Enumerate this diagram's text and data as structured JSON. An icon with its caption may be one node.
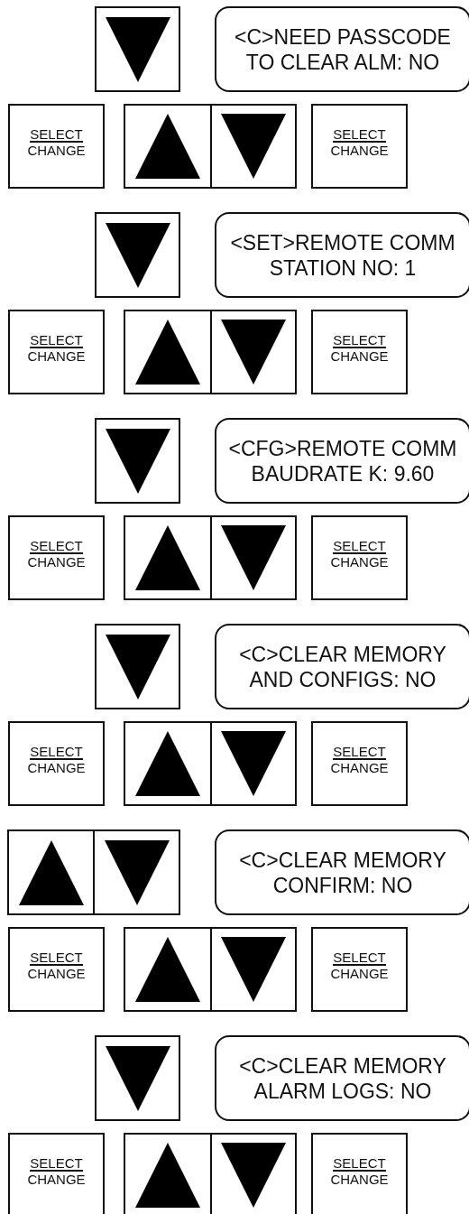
{
  "diagram": {
    "nodes": [
      {
        "text": [],
        "shape": "box"
      },
      {
        "text": [
          "<C>NEED PASSCODE TO CLEAR ALM: NO"
        ]
      },
      {
        "text": [
          "SELECT",
          "CHANGE"
        ]
      },
      {
        "text": [],
        "shape": "box"
      },
      {
        "text": [],
        "shape": "box"
      },
      {
        "text": [
          "SELECT",
          "CHANGE"
        ]
      },
      {
        "text": [],
        "shape": "box"
      },
      {
        "text": [
          "<SET>REMOTE COMM STATION NO: 1"
        ]
      },
      {
        "text": [
          "SELECT",
          "CHANGE"
        ]
      },
      {
        "text": [],
        "shape": "box"
      },
      {
        "text": [],
        "shape": "box"
      },
      {
        "text": [
          "SELECT",
          "CHANGE"
        ]
      },
      {
        "text": [],
        "shape": "box"
      },
      {
        "text": [
          "<CFG>REMOTE COMM BAUDRATE K: 9.60"
        ]
      },
      {
        "text": [
          "SELECT",
          "CHANGE"
        ]
      },
      {
        "text": [],
        "shape": "box"
      },
      {
        "text": [],
        "shape": "box"
      },
      {
        "text": [
          "SELECT",
          "CHANGE"
        ]
      },
      {
        "text": [],
        "shape": "box"
      },
      {
        "text": [
          "<C>CLEAR MEMORY AND CONFIGS: NO"
        ]
      },
      {
        "text": [
          "SELECT",
          "CHANGE"
        ]
      },
      {
        "text": [],
        "shape": "box"
      },
      {
        "text": [],
        "shape": "box"
      },
      {
        "text": [
          "SELECT",
          "CHANGE"
        ]
      },
      {
        "text": [],
        "shape": "box"
      },
      {
        "text": [],
        "shape": "box"
      },
      {
        "text": [
          "<C>CLEAR MEMORY CONFIRM: NO"
        ]
      },
      {
        "text": [
          "SELECT",
          "CHANGE"
        ]
      },
      {
        "text": [],
        "shape": "box"
      },
      {
        "text": [],
        "shape": "box"
      },
      {
        "text": [
          "SELECT",
          "CHANGE"
        ]
      },
      {
        "text": [],
        "shape": "box"
      },
      {
        "text": [
          "<C>CLEAR MEMORY ALARM LOGS: NO"
        ]
      },
      {
        "text": [
          "SELECT",
          "CHANGE"
        ]
      },
      {
        "text": [],
        "shape": "box"
      },
      {
        "text": [],
        "shape": "box"
      },
      {
        "text": [
          "SELECT",
          "CHANGE"
        ]
      }
    ]
  }
}
